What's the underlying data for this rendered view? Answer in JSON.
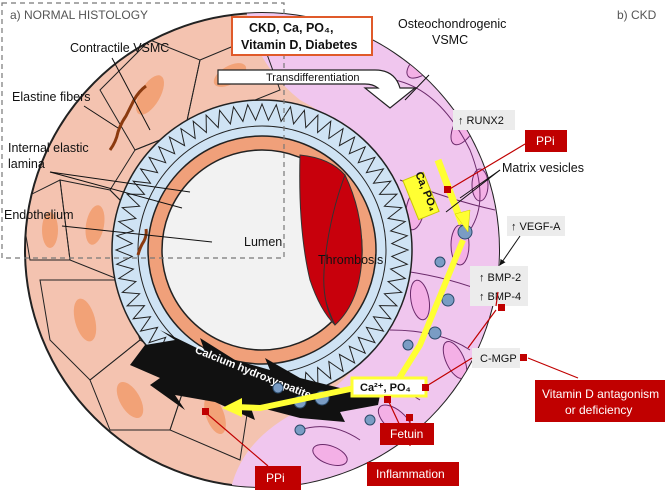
{
  "panels": {
    "a": "a) NORMAL HISTOLOGY",
    "b": "b) CKD"
  },
  "labels": {
    "contractile_vsmc": "Contractile VSMC",
    "elastine_fibers": "Elastine fibers",
    "internal_elastic_1": "Internal elastic",
    "internal_elastic_2": "lamina",
    "endothelium": "Endothelium",
    "lumen": "Lumen",
    "thrombosis": "Thrombosis",
    "osteo_1": "Osteochondrogenic",
    "osteo_2": "VSMC",
    "transdiff": "Transdifferentiation",
    "matrix_vesicles": "Matrix vesicles",
    "calcium_hydroxyapatite": "Calcium hydroxyapatite"
  },
  "ckd_box": {
    "line1": "CKD, Ca, PO₄,",
    "line2": "Vitamin D, Diabetes"
  },
  "grey_boxes": {
    "runx2": "↑ RUNX2",
    "vegf": "↑ VEGF-A",
    "bmp2": "↑ BMP-2",
    "bmp4": "↑ BMP-4",
    "cmgp": "C-MGP"
  },
  "yellow_boxes": {
    "ca_po4_diag": "Ca, PO₄",
    "ca_po4": "Ca²⁺, PO₄"
  },
  "red_boxes": {
    "ppi_top": "PPi",
    "ppi_bottom": "PPi",
    "fetuin": "Fetuin",
    "inflammation": "Inflammation",
    "vitd_1": "Vitamin D antagonism",
    "vitd_2": "or deficiency"
  },
  "colors": {
    "outer_wall": "#f4c3b0",
    "ckd_region": "#f0c6ee",
    "cell": "#f2a277",
    "elastic": "#cfe3f4",
    "endothelium": "#f0a07a",
    "lumen": "#f2f2f2",
    "thrombus": "#c8000c",
    "calcification": "#111111",
    "red_accent": "#c00000",
    "arrow_yellow": "#ffff33",
    "vesicle": "#5a7fa6"
  }
}
